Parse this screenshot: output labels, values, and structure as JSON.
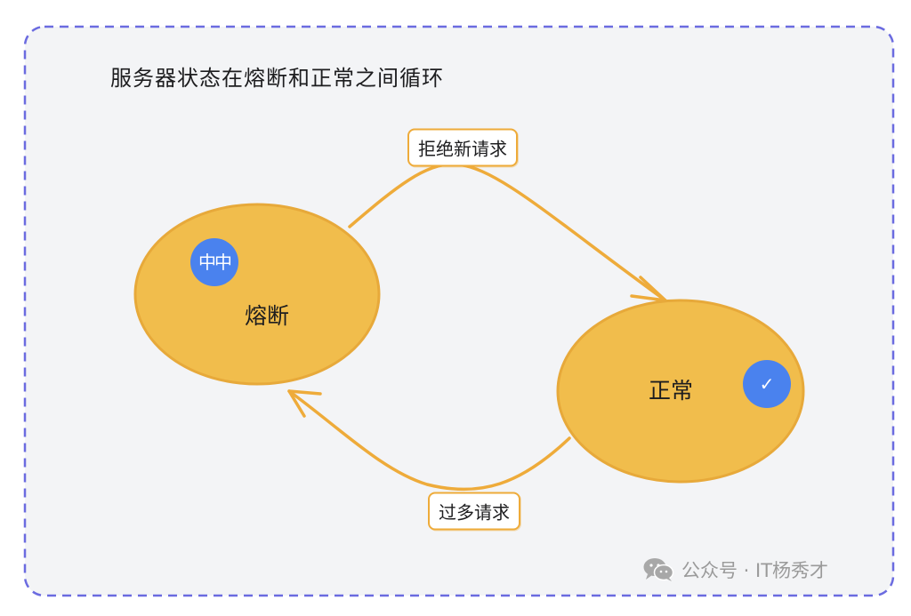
{
  "title": "服务器状态在熔断和正常之间循环",
  "nodes": {
    "fuse": {
      "label": "熔断",
      "badge": "中中"
    },
    "normal": {
      "label": "正常",
      "badge": "✓"
    }
  },
  "edges": {
    "reject": {
      "label": "拒绝新请求"
    },
    "too_many": {
      "label": "过多请求"
    }
  },
  "watermark": {
    "text": "公众号 · IT杨秀才",
    "icon": "wechat-icon"
  },
  "colors": {
    "background": "#f3f4f6",
    "border_dashed": "#6b6be0",
    "node_fill": "#f1bd4c",
    "node_stroke": "#e7a93a",
    "arrow": "#eeab3a",
    "badge": "#4a82ee",
    "watermark": "#9a9a9a"
  }
}
